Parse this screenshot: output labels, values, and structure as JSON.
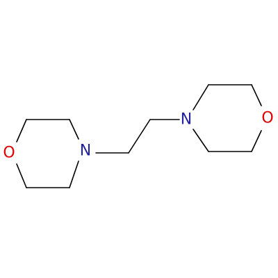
{
  "colors": {
    "carbon_bond": "#000000",
    "nitrogen": "#2020a0",
    "oxygen": "#e00000"
  },
  "atoms": {
    "n_left": {
      "label": "N",
      "color": "#2020a0"
    },
    "o_left": {
      "label": "O",
      "color": "#e00000"
    },
    "n_right": {
      "label": "N",
      "color": "#2020a0"
    },
    "o_right": {
      "label": "O",
      "color": "#e00000"
    }
  }
}
